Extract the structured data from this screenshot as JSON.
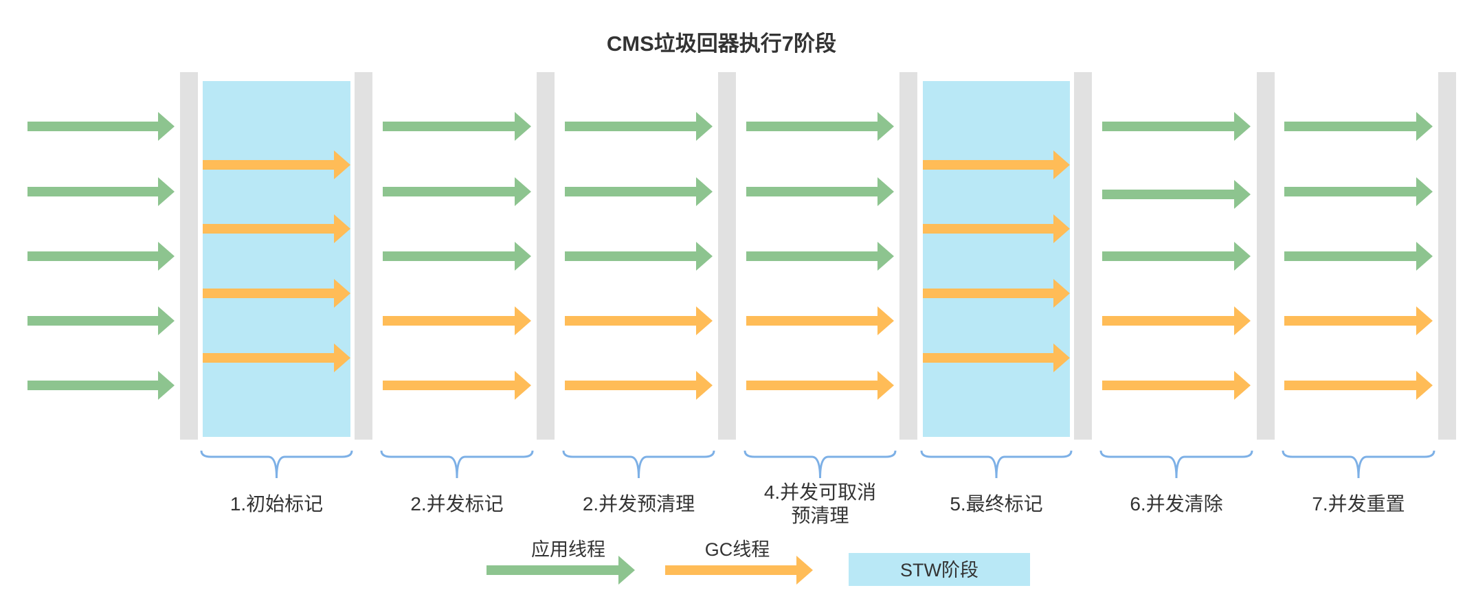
{
  "title": "CMS垃圾回器执行7阶段",
  "colors": {
    "app_thread": "#8dc48f",
    "gc_thread": "#ffbc57",
    "stw": "#b9e8f6",
    "separator": "#e1e1e1",
    "brace": "#7db0e6"
  },
  "phases": [
    {
      "label_lines": [
        "1.初始标记"
      ],
      "stw": true,
      "green": 0,
      "orange": 4
    },
    {
      "label_lines": [
        "2.并发标记"
      ],
      "stw": false,
      "green": 3,
      "orange": 2
    },
    {
      "label_lines": [
        "2.并发预清理"
      ],
      "stw": false,
      "green": 3,
      "orange": 2
    },
    {
      "label_lines": [
        "4.并发可取消",
        "预清理"
      ],
      "stw": false,
      "green": 3,
      "orange": 2
    },
    {
      "label_lines": [
        "5.最终标记"
      ],
      "stw": true,
      "green": 0,
      "orange": 4
    },
    {
      "label_lines": [
        "6.并发清除"
      ],
      "stw": false,
      "green": 3,
      "orange": 2
    },
    {
      "label_lines": [
        "7.并发重置"
      ],
      "stw": false,
      "green": 3,
      "orange": 2
    }
  ],
  "legend": {
    "app_thread": "应用线程",
    "gc_thread": "GC线程",
    "stw": "STW阶段"
  }
}
